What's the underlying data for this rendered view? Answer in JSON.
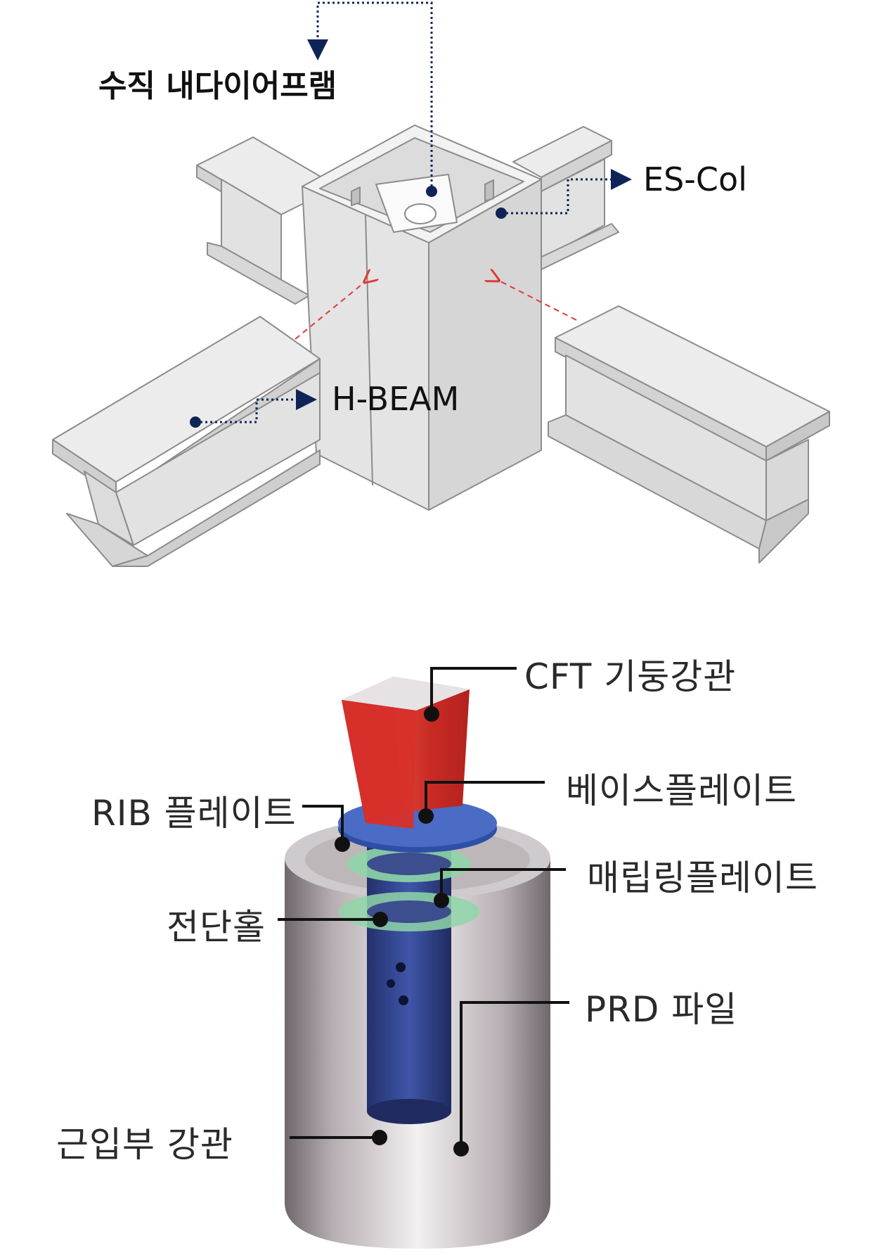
{
  "top_diagram": {
    "labels": {
      "vertical_diaphragm": "수직 내다이어프램",
      "es_col": "ES-Col",
      "h_beam": "H-BEAM"
    },
    "colors": {
      "leader_line": "#0f2456",
      "insertion_arrow": "#e03a3a",
      "steel_face": "#e7e7e7",
      "steel_edge": "#8c8c8c"
    }
  },
  "bottom_diagram": {
    "labels": {
      "cft_column_pipe": "CFT 기둥강관",
      "rib_plate": "RIB 플레이트",
      "base_plate": "베이스플레이트",
      "embedded_ring_plate": "매립링플레이트",
      "shear_hole": "전단홀",
      "prd_pile": "PRD 파일",
      "embedded_steel_pipe": "근입부 강관"
    },
    "colors": {
      "cft_column": "#d8302a",
      "base_plate": "#3f63b8",
      "ring_plate": "#8fd6a8",
      "inner_pipe": "#2a3f86",
      "concrete": "#d9d4d6",
      "leader_line": "#111111"
    }
  }
}
